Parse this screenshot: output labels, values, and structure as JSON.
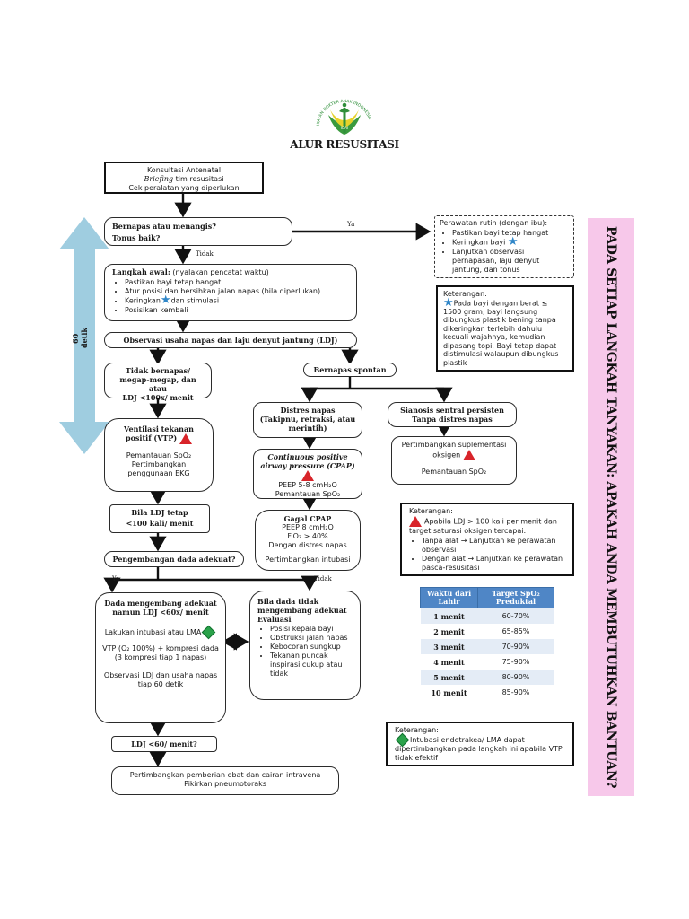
{
  "logo": {
    "arc_text": "IKATAN DOKTER ANAK INDONESIA",
    "center_text": "IDAI"
  },
  "title": "ALUR RESUSITASI",
  "side_label": "60 detik",
  "right_banner": "PADA SETIAP LANGKAH TANYAKAN: APAKAH ANDA MEMBUTUHKAN BANTUAN?",
  "boxes": {
    "antenatal": [
      "Konsultasi Antenatal",
      "Briefing",
      " tim resusitasi",
      "Cek peralatan yang diperlukan"
    ],
    "question1": [
      "Bernapas atau menangis?",
      "Tonus baik?"
    ],
    "routine": {
      "title": "Perawatan rutin (dengan ibu):",
      "items": [
        "Pastikan bayi tetap hangat",
        "Keringkan bayi",
        "Lanjutkan observasi pernapasan, laju denyut jantung, dan tonus"
      ]
    },
    "initial": {
      "title": "Langkah awal:",
      "title_note": " (nyalakan pencatat waktu)",
      "items": [
        "Pastikan bayi tetap hangat",
        "Atur posisi dan bersihkan jalan napas (bila diperlukan)",
        "Keringkan",
        "dan stimulasi",
        "Posisikan kembali"
      ]
    },
    "note1": {
      "title": "Keterangan:",
      "text": "Pada bayi dengan berat ≤ 1500 gram, bayi langsung dibungkus plastik bening tanpa dikeringkan terlebih dahulu kecuali wajahnya, kemudian dipasang topi. Bayi tetap dapat distimulasi walaupun dibungkus plastik"
    },
    "observe": "Observasi usaha napas dan laju denyut jantung (LDJ)",
    "not_breathing": [
      "Tidak bernapas/ megap-megap, dan atau",
      "LDJ <100x/ menit"
    ],
    "spontaneous": "Bernapas spontan",
    "vtp": {
      "title": "Ventilasi tekanan positif (VTP)",
      "lines": [
        "Pemantauan SpO₂",
        "Pertimbangkan penggunaan EKG"
      ]
    },
    "distress": [
      "Distres napas",
      "(Takipnu, retraksi, atau merintih)"
    ],
    "cyanosis": [
      "Sianosis sentral persisten",
      "Tanpa distres napas"
    ],
    "cpap": {
      "title": "Continuous positive airway pressure (CPAP)",
      "lines": [
        "PEEP 5-8 cmH₂O",
        "Pemantauan SpO₂"
      ]
    },
    "oxygen": {
      "lines": [
        "Pertimbangkan suplementasi oksigen",
        "Pemantauan SpO₂"
      ]
    },
    "ldj_100": [
      "Bila LDJ tetap",
      "<100 kali/ menit"
    ],
    "fail_cpap": {
      "title": "Gagal CPAP",
      "lines": [
        "PEEP 8 cmH₂O",
        "FiO₂ > 40%",
        "Dengan distres napas",
        "Pertimbangkan intubasi"
      ]
    },
    "note2": {
      "title": "Keterangan:",
      "text": "Apabila LDJ > 100 kali per menit dan target saturasi oksigen tercapai:",
      "items": [
        "Tanpa alat → Lanjutkan ke perawatan observasi",
        "Dengan alat → Lanjutkan ke perawatan pasca-resusitasi"
      ]
    },
    "chest": "Pengembangan dada adekuat?",
    "adequate": {
      "title": [
        "Dada mengembang adekuat",
        "namun LDJ <60x/ menit"
      ],
      "lines": [
        "Lakukan intubasi atau LMA",
        "VTP (O₂ 100%) + kompresi dada",
        "(3 kompresi tiap 1 napas)",
        "Observasi LDJ dan usaha napas tiap 60 detik"
      ]
    },
    "inadequate": {
      "title": [
        "Bila dada tidak mengembang adekuat",
        "Evaluasi"
      ],
      "items": [
        "Posisi kepala bayi",
        "Obstruksi jalan napas",
        "Kebocoran sungkup",
        "Tekanan puncak inspirasi cukup atau tidak"
      ]
    },
    "ldj_60": "LDJ <60/ menit?",
    "final": [
      "Pertimbangkan pemberian obat dan cairan intravena",
      "Pikirkan pneumotoraks"
    ],
    "note3": {
      "title": "Keterangan:",
      "text": "Intubasi endotrakea/ LMA dapat dipertimbangkan pada langkah ini apabila VTP tidak efektif"
    }
  },
  "labels": {
    "ya1": "Ya",
    "tidak1": "Tidak",
    "ya2": "Ya",
    "tidak2": "Tidak"
  },
  "spo2_table": {
    "headers": [
      "Waktu dari Lahir",
      "Target SpO₂ Preduktal"
    ],
    "rows": [
      [
        "1 menit",
        "60-70%"
      ],
      [
        "2 menit",
        "65-85%"
      ],
      [
        "3 menit",
        "70-90%"
      ],
      [
        "4 menit",
        "75-90%"
      ],
      [
        "5 menit",
        "80-90%"
      ],
      [
        "10 menit",
        "85-90%"
      ]
    ]
  },
  "colors": {
    "banner": "#f7c8ea",
    "arrow": "#9fcde0",
    "logo": "#2f8f3a",
    "triangle": "#d8242a",
    "table_header": "#4f86c6"
  },
  "icons": [
    "idai-logo",
    "star-icon",
    "warning-triangle-icon",
    "green-diamond-icon"
  ]
}
